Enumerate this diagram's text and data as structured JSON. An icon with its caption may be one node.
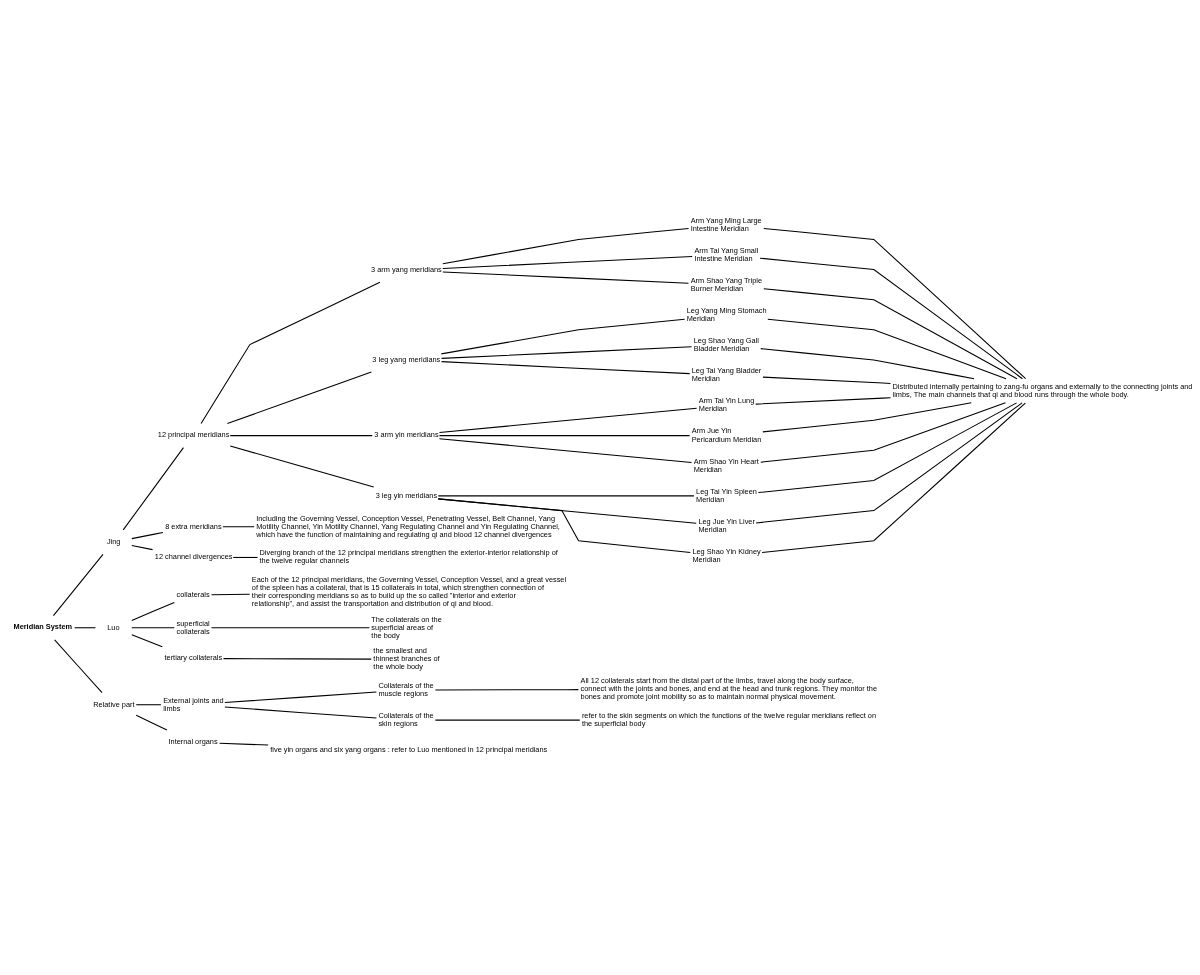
{
  "diagram": {
    "nodes": [
      {
        "text": [
          "Meridian System"
        ]
      },
      {
        "text": [
          "Jing"
        ]
      },
      {
        "text": [
          "Luo"
        ]
      },
      {
        "text": [
          "Relative part"
        ]
      },
      {
        "text": [
          "12 principal meridians"
        ]
      },
      {
        "text": [
          "8 extra meridians"
        ]
      },
      {
        "text": [
          "12 channel divergences"
        ]
      },
      {
        "text": [
          "3 arm yang meridians"
        ]
      },
      {
        "text": [
          "3 leg yang meridians"
        ]
      },
      {
        "text": [
          "3 arm yin meridians"
        ]
      },
      {
        "text": [
          "3 leg yin meridians"
        ]
      },
      {
        "text": [
          "Arm Yang Ming Large Intestine Meridian"
        ]
      },
      {
        "text": [
          "Arm Tai Yang Small Intestine Meridian"
        ]
      },
      {
        "text": [
          "Arm Shao Yang Triple Burner Meridian"
        ]
      },
      {
        "text": [
          "Leg Yang Ming Stomach Meridian"
        ]
      },
      {
        "text": [
          "Leg Shao Yang Gall Bladder Meridian"
        ]
      },
      {
        "text": [
          "Leg Tai Yang Bladder Meridian"
        ]
      },
      {
        "text": [
          "Arm Tai Yin Lung Meridian"
        ]
      },
      {
        "text": [
          "Arm Jue Yin Pericardium Meridian"
        ]
      },
      {
        "text": [
          "Arm Shao Yin Heart Meridian"
        ]
      },
      {
        "text": [
          "Leg Tai Yin Spleen Meridian"
        ]
      },
      {
        "text": [
          "Leg Jue Yin Liver Meridian"
        ]
      },
      {
        "text": [
          "Leg Shao Yin Kidney Meridian"
        ]
      },
      {
        "text": [
          "Distributed internally pertaining to zang-fu organs and externally to the connecting joints and limbs, The main channels that qi and blood runs through the whole body."
        ]
      },
      {
        "text": [
          "Including the Governing Vessel, Conception Vessel, Penetrating Vessel, Belt Channel, Yang Motility Channel, Yin Motility Channel, Yang Regulating Channel and Yin Regulating Channel, which have the function of maintaining and regulating qi and blood 12 channel divergences"
        ]
      },
      {
        "text": [
          "Diverging branch of the 12 principal meridians strengthen the exterior-interior relationship of the twelve regular channels"
        ]
      },
      {
        "text": [
          "collaterals"
        ]
      },
      {
        "text": [
          "superficial collaterals"
        ]
      },
      {
        "text": [
          "tertiary collaterals"
        ]
      },
      {
        "text": [
          "Each of the 12 principal meridians, the Governing Vessel, Conception Vessel, and a great vessel of the spleen has a collateral, that is 15 collaterals in total, which strengthen connection of their corresponding meridians so as to build up the so called \"interior and exterior relationship\", and assist the transportation and distribution of qi and blood."
        ]
      },
      {
        "text": [
          "The collaterals on the superficial areas of the body"
        ]
      },
      {
        "text": [
          "the smallest and thinnest branches of the whole body"
        ]
      },
      {
        "text": [
          "External joints and limbs"
        ]
      },
      {
        "text": [
          "Internal organs"
        ]
      },
      {
        "text": [
          "Collaterals of the muscle regions"
        ]
      },
      {
        "text": [
          "Collaterals of the skin regions"
        ]
      },
      {
        "text": [
          "All 12 collaterals start from the distal part of the limbs, travel along the body surface, connect with the joints and bones, and end at the head and trunk regions. They monitor the bones and promote joint mobility so as to maintain normal physical movement."
        ]
      },
      {
        "text": [
          "refer to the skin segments on which the functions of the twelve regular meridians reflect on the superficial body"
        ]
      },
      {
        "text": [
          "five yin organs and six yang organs : refer to Luo mentioned in 12 principal meridians"
        ]
      }
    ],
    "edges": [
      {
        "from": 0,
        "to": 1,
        "arrow": "none"
      },
      {
        "from": 0,
        "to": 2,
        "arrow": "none"
      },
      {
        "from": 0,
        "to": 3,
        "arrow": "none"
      },
      {
        "from": 1,
        "to": 4,
        "arrow": "none"
      },
      {
        "from": 1,
        "to": 5,
        "arrow": "none"
      },
      {
        "from": 1,
        "to": 6,
        "arrow": "none"
      },
      {
        "from": 4,
        "to": 7,
        "arrow": "none"
      },
      {
        "from": 4,
        "to": 8,
        "arrow": "none"
      },
      {
        "from": 4,
        "to": 9,
        "arrow": "none"
      },
      {
        "from": 4,
        "to": 10,
        "arrow": "none"
      },
      {
        "from": 7,
        "to": 11,
        "arrow": "none"
      },
      {
        "from": 7,
        "to": 12,
        "arrow": "none"
      },
      {
        "from": 7,
        "to": 13,
        "arrow": "none"
      },
      {
        "from": 8,
        "to": 14,
        "arrow": "none"
      },
      {
        "from": 8,
        "to": 15,
        "arrow": "none"
      },
      {
        "from": 8,
        "to": 16,
        "arrow": "none"
      },
      {
        "from": 9,
        "to": 17,
        "arrow": "none"
      },
      {
        "from": 9,
        "to": 18,
        "arrow": "none"
      },
      {
        "from": 9,
        "to": 19,
        "arrow": "none"
      },
      {
        "from": 10,
        "to": 20,
        "arrow": "none"
      },
      {
        "from": 10,
        "to": 21,
        "arrow": "none"
      },
      {
        "from": 10,
        "to": 22,
        "arrow": "none"
      },
      {
        "from": 11,
        "to": 23,
        "arrow": "none"
      },
      {
        "from": 12,
        "to": 23,
        "arrow": "none"
      },
      {
        "from": 13,
        "to": 23,
        "arrow": "none"
      },
      {
        "from": 14,
        "to": 23,
        "arrow": "none"
      },
      {
        "from": 15,
        "to": 23,
        "arrow": "none"
      },
      {
        "from": 16,
        "to": 23,
        "arrow": "none"
      },
      {
        "from": 17,
        "to": 23,
        "arrow": "none"
      },
      {
        "from": 18,
        "to": 23,
        "arrow": "none"
      },
      {
        "from": 19,
        "to": 23,
        "arrow": "none"
      },
      {
        "from": 20,
        "to": 23,
        "arrow": "none"
      },
      {
        "from": 21,
        "to": 23,
        "arrow": "none"
      },
      {
        "from": 22,
        "to": 23,
        "arrow": "none"
      },
      {
        "from": 5,
        "to": 24,
        "arrow": "none"
      },
      {
        "from": 6,
        "to": 25,
        "arrow": "none"
      },
      {
        "from": 2,
        "to": 26,
        "arrow": "none"
      },
      {
        "from": 2,
        "to": 27,
        "arrow": "none"
      },
      {
        "from": 2,
        "to": 28,
        "arrow": "none"
      },
      {
        "from": 26,
        "to": 29,
        "arrow": "none"
      },
      {
        "from": 27,
        "to": 30,
        "arrow": "none"
      },
      {
        "from": 28,
        "to": 31,
        "arrow": "none"
      },
      {
        "from": 3,
        "to": 32,
        "arrow": "none"
      },
      {
        "from": 3,
        "to": 33,
        "arrow": "none"
      },
      {
        "from": 32,
        "to": 34,
        "arrow": "none"
      },
      {
        "from": 32,
        "to": 35,
        "arrow": "none"
      },
      {
        "from": 34,
        "to": 36,
        "arrow": "none"
      },
      {
        "from": 35,
        "to": 37,
        "arrow": "none"
      },
      {
        "from": 33,
        "to": 38,
        "arrow": "none"
      }
    ]
  }
}
